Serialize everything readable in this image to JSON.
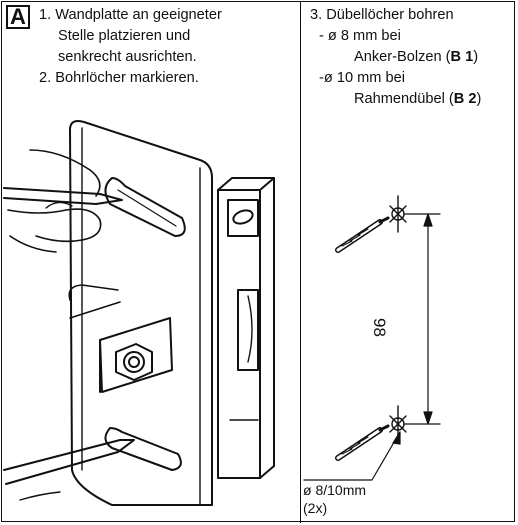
{
  "panel_label": "A",
  "left_steps": {
    "step1_line1": "1. Wandplatte an geeigneter",
    "step1_line2": "Stelle platzieren und",
    "step1_line3": "senkrecht ausrichten.",
    "step2": "2. Bohrlöcher markieren."
  },
  "right_steps": {
    "step3": "3. Dübellöcher bohren",
    "opt1_line1": "- ø 8 mm bei",
    "opt1_line2": "Anker-Bolzen (",
    "opt1_ref": "B 1",
    "opt2_line1": "-ø 10 mm bei",
    "opt2_line2": "Rahmendübel (",
    "opt2_ref": "B 2",
    "close_paren": ")"
  },
  "dimension": {
    "spacing": "98",
    "diameter": "ø 8/10mm",
    "count": "(2x)"
  }
}
